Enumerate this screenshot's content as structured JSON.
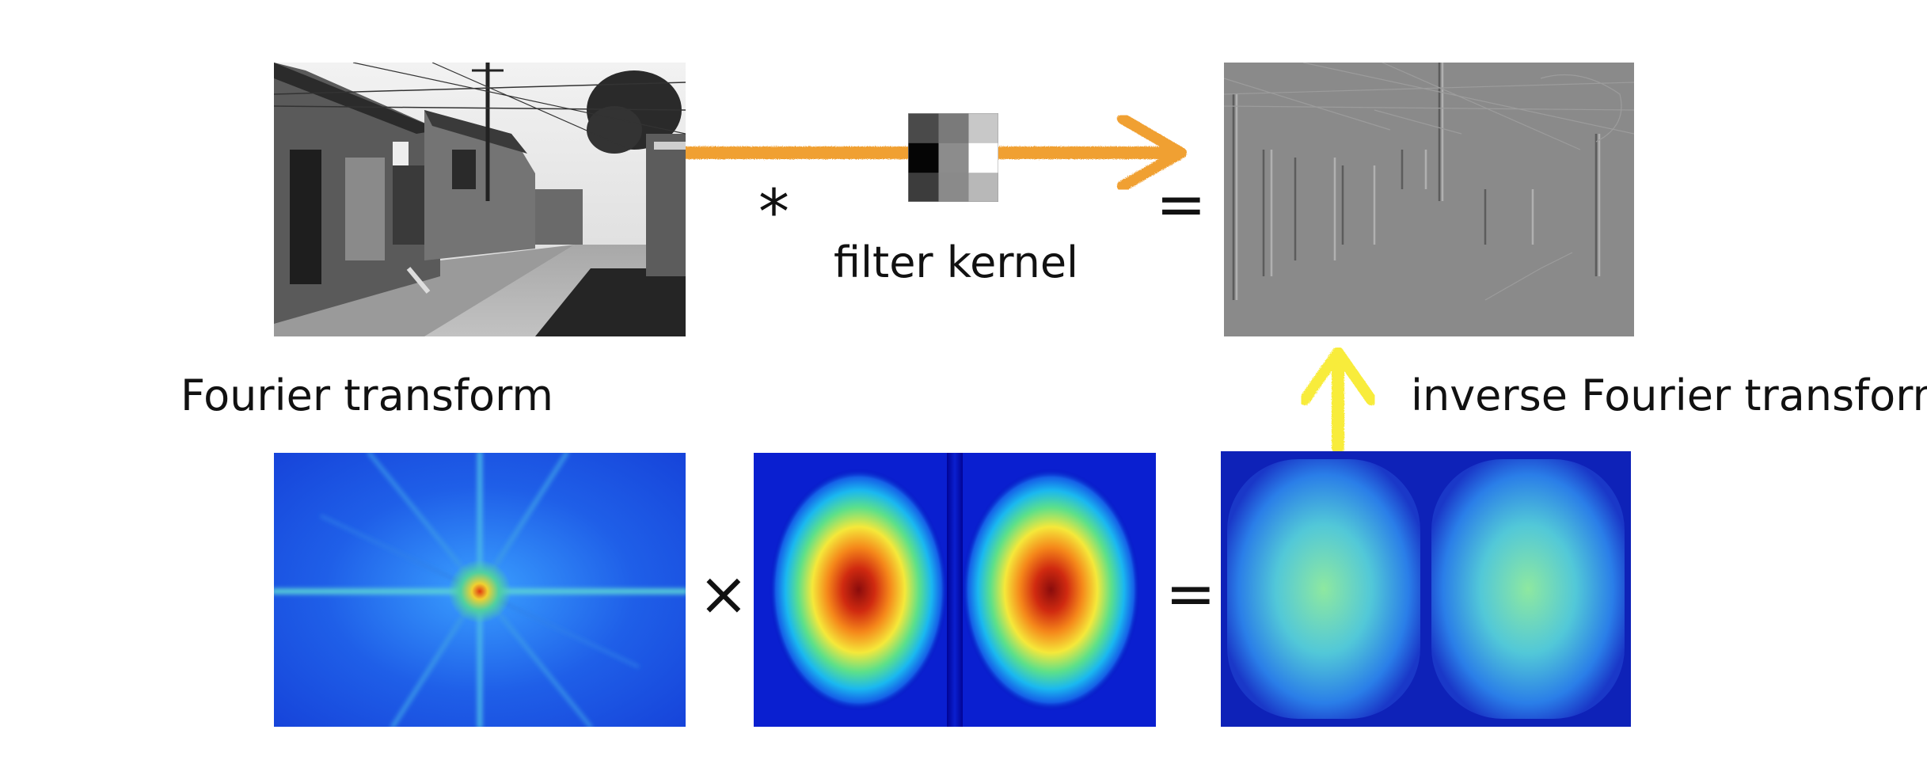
{
  "labels": {
    "fourier": "Fourier transform",
    "inverse": "inverse Fourier transform",
    "kernel": "filter kernel"
  },
  "operators": {
    "convolve": "*",
    "equals_top": "=",
    "times": "×",
    "equals_bottom": "="
  },
  "panels": {
    "photo": "grayscale street photograph (village alley)",
    "filtered": "edge-filtered image (vertical edges, gray background)",
    "spectrum": "Fourier magnitude spectrum of the image",
    "kernel_spectrum": "Fourier spectrum of the filter kernel",
    "product_spectrum": "product of spectra"
  },
  "kernel_cells": [
    [
      "#4a4a4a",
      "#7a7a7a",
      "#c8c8c8"
    ],
    [
      "#050505",
      "#8c8c8c",
      "#ffffff"
    ],
    [
      "#3c3c3c",
      "#8a8a8a",
      "#b8b8b8"
    ]
  ],
  "colors": {
    "orange_arrow": "#f0a032",
    "yellow_arrow": "#f8ec3a",
    "spectrum_blue": "#1540d8",
    "jet_red": "#8a0c0c",
    "jet_dark_blue": "#00008f"
  }
}
